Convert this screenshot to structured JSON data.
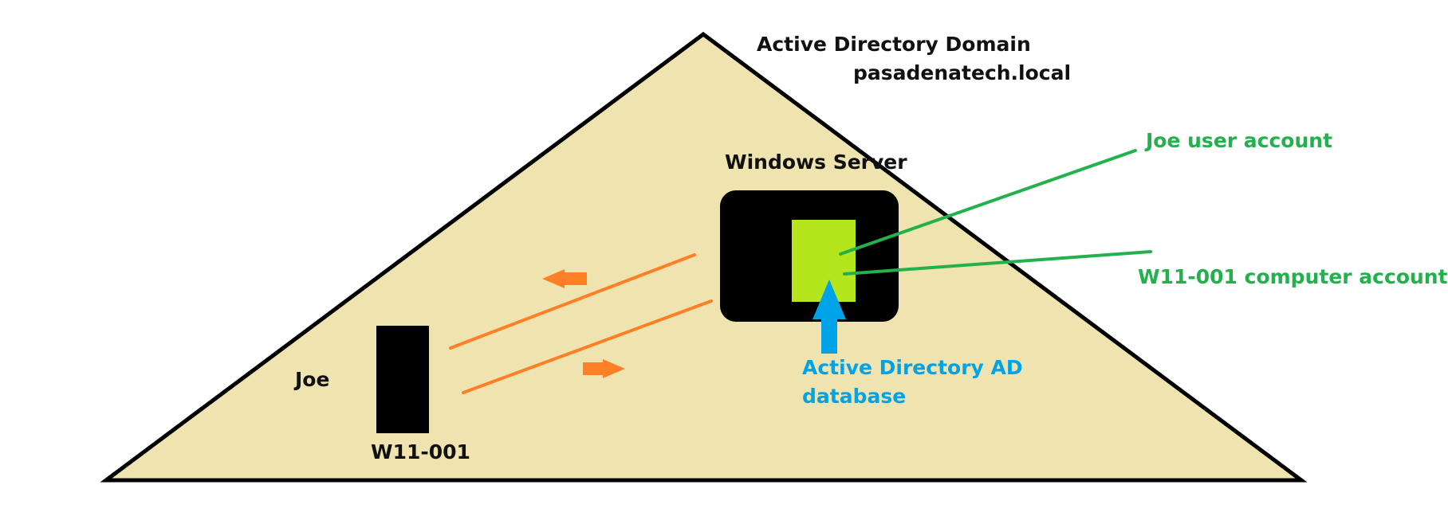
{
  "domain": {
    "title": "Active Directory Domain",
    "name": "pasadenatech.local",
    "fill": "#efe4b0",
    "stroke": "#000000"
  },
  "server": {
    "label": "Windows Server",
    "color": "#000000"
  },
  "ad_database": {
    "label_line1": "Active Directory AD",
    "label_line2": "database",
    "color": "#b5e61d",
    "arrow_color": "#00a2e8"
  },
  "client": {
    "user_label": "Joe",
    "computer_label": "W11-001",
    "color": "#000000"
  },
  "accounts": {
    "user_account": "Joe user account",
    "computer_account": "W11-001 computer account",
    "color": "#22b14c"
  },
  "traffic": {
    "color": "#ff7f27"
  }
}
